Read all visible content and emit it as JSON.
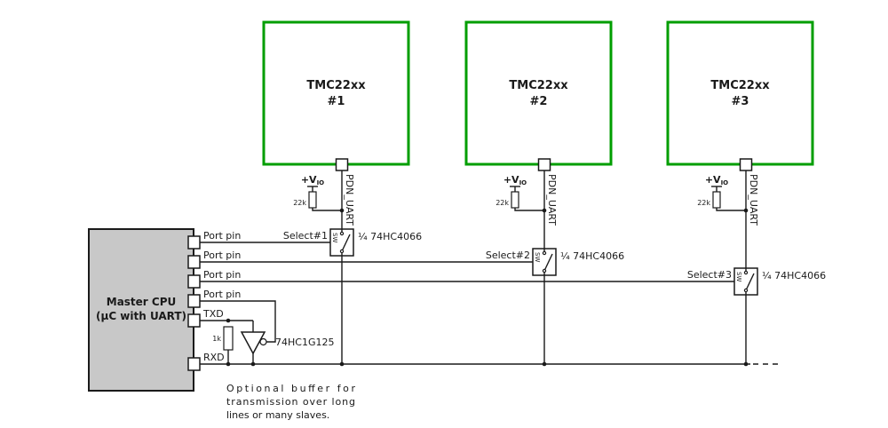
{
  "colors": {
    "driver_border": "#009e00",
    "cpu_fill": "#c8c8c8",
    "wire": "#1a1a1a"
  },
  "drivers": [
    {
      "title": "TMC22xx",
      "number": "#1",
      "port_label": "PDN_UART",
      "supply": "+V",
      "supply_sub": "IO",
      "pullup": "22k",
      "select": "Select#1",
      "switch": "SW",
      "gate": "¼ 74HC4066"
    },
    {
      "title": "TMC22xx",
      "number": "#2",
      "port_label": "PDN_UART",
      "supply": "+V",
      "supply_sub": "IO",
      "pullup": "22k",
      "select": "Select#2",
      "switch": "SW",
      "gate": "¼ 74HC4066"
    },
    {
      "title": "TMC22xx",
      "number": "#3",
      "port_label": "PDN_UART",
      "supply": "+V",
      "supply_sub": "IO",
      "pullup": "22k",
      "select": "Select#3",
      "switch": "SW",
      "gate": "¼ 74HC4066"
    }
  ],
  "cpu": {
    "title": "Master CPU",
    "subtitle": "(µC with UART)",
    "pins": [
      {
        "label": "Port pin"
      },
      {
        "label": "Port pin"
      },
      {
        "label": "Port pin"
      },
      {
        "label": "Port pin"
      },
      {
        "label": "TXD"
      },
      {
        "label": "RXD"
      }
    ]
  },
  "buffer": {
    "label": "74HC1G125",
    "resistor": "1k"
  },
  "note": {
    "line1": "Optional buffer for",
    "line2": "transmission over long",
    "line3": "lines or many slaves."
  }
}
